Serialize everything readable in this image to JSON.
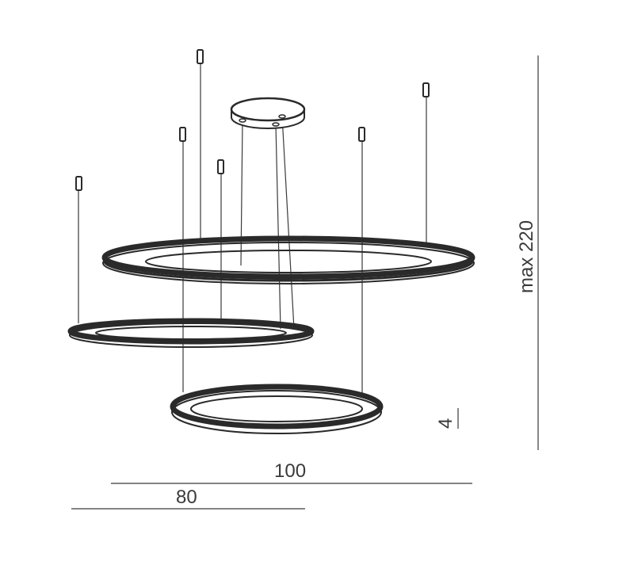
{
  "dimensions": {
    "width_large": "100",
    "width_medium": "80",
    "height_max": "max 220",
    "ring_thickness": "4"
  },
  "colors": {
    "line": "#3a3a3a",
    "ring": "#2a2a2a",
    "background": "#ffffff"
  }
}
